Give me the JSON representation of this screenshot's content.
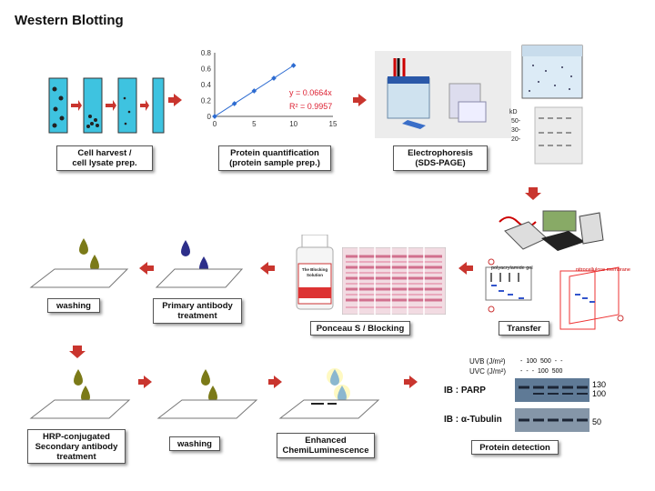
{
  "title": "Western Blotting",
  "steps": {
    "cell_harvest": "Cell harvest /\ncell lysate prep.",
    "protein_quant": "Protein quantification\n(protein sample prep.)",
    "electrophoresis": "Electrophoresis\n(SDS-PAGE)",
    "transfer": "Transfer",
    "ponceau": "Ponceau S / Blocking",
    "primary": "Primary antibody\ntreatment",
    "washing1": "washing",
    "hrp": "HRP-conjugated\nSecondary antibody\ntreatment",
    "washing2": "washing",
    "ecl": "Enhanced\nChemiLuminescence",
    "detection": "Protein detection"
  },
  "chart_data": {
    "type": "scatter",
    "x": [
      0,
      2.5,
      5,
      7.5,
      10
    ],
    "y": [
      0.0,
      0.16,
      0.32,
      0.48,
      0.64
    ],
    "xticks": [
      "0",
      "5",
      "10",
      "15"
    ],
    "yticks": [
      "0",
      "0.2",
      "0.4",
      "0.6",
      "0.8"
    ],
    "xlim": [
      0,
      15
    ],
    "ylim": [
      0,
      0.8
    ],
    "equation": "y = 0.0664x",
    "r2": "R² = 0.9957"
  },
  "gel": {
    "kd_label": "kD",
    "markers": [
      "50-",
      "30-",
      "20-"
    ]
  },
  "transfer_img": {
    "gel_label": "polyacrylamide gel",
    "membrane_label": "nitrocellulose membrane"
  },
  "blocking_bottle": {
    "line1": "The Blocking",
    "line2": "Solution"
  },
  "detection": {
    "uvb_label": "UVB (J/m²)",
    "uvc_label": "UVC (J/m²)",
    "uvb_values": [
      "-",
      "100",
      "500",
      "-",
      "-"
    ],
    "uvc_values": [
      "-",
      "-",
      "-",
      "100",
      "500"
    ],
    "ib1": "IB : PARP",
    "ib2": "IB : α-Tubulin",
    "mw1a": "130",
    "mw1b": "100",
    "mw2": "50"
  }
}
